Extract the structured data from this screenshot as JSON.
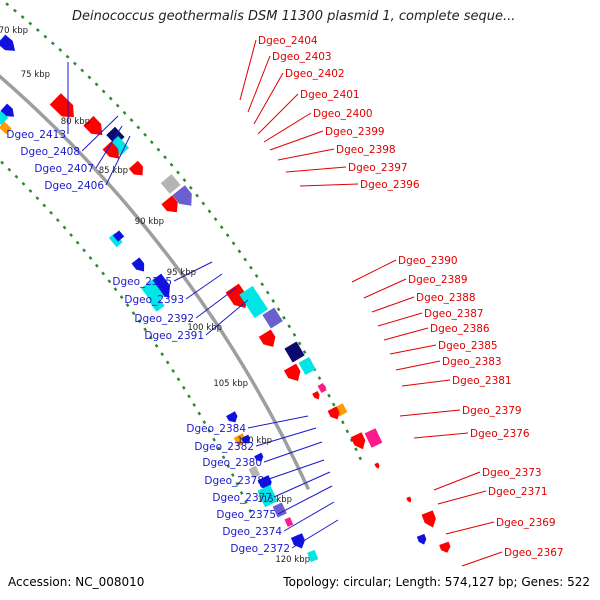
{
  "title": "Deinococcus geothermalis DSM 11300 plasmid 1, complete seque...",
  "footer": {
    "accession": "Accession: NC_008010",
    "summary": "Topology: circular; Length: 574,127 bp; Genes: 522"
  },
  "colors": {
    "backbone": "#9e9e9e",
    "ticks": "#2f8a2f",
    "forward_label": "#e00000",
    "reverse_label": "#1a1acc",
    "red": "#ff0000",
    "cyan": "#00e6e6",
    "blue": "#1010e0",
    "navy": "#0a0a6e",
    "slate": "#6b5fcf",
    "grey": "#b4b4b4",
    "orange": "#ff9a00",
    "magenta": "#ff1a8c",
    "green": "#33dd88"
  },
  "axis": {
    "tick_labels": [
      "70 kbp",
      "75 kbp",
      "80 kbp",
      "85 kbp",
      "90 kbp",
      "95 kbp",
      "100 kbp",
      "105 kbp",
      "110 kbp",
      "115 kbp",
      "120 kbp"
    ]
  },
  "genes_forward": [
    {
      "label": "Dgeo_2404"
    },
    {
      "label": "Dgeo_2403"
    },
    {
      "label": "Dgeo_2402"
    },
    {
      "label": "Dgeo_2401"
    },
    {
      "label": "Dgeo_2400"
    },
    {
      "label": "Dgeo_2399"
    },
    {
      "label": "Dgeo_2398"
    },
    {
      "label": "Dgeo_2397"
    },
    {
      "label": "Dgeo_2396"
    },
    {
      "label": "Dgeo_2390"
    },
    {
      "label": "Dgeo_2389"
    },
    {
      "label": "Dgeo_2388"
    },
    {
      "label": "Dgeo_2387"
    },
    {
      "label": "Dgeo_2386"
    },
    {
      "label": "Dgeo_2385"
    },
    {
      "label": "Dgeo_2383"
    },
    {
      "label": "Dgeo_2381"
    },
    {
      "label": "Dgeo_2379"
    },
    {
      "label": "Dgeo_2376"
    },
    {
      "label": "Dgeo_2373"
    },
    {
      "label": "Dgeo_2371"
    },
    {
      "label": "Dgeo_2369"
    },
    {
      "label": "Dgeo_2367"
    }
  ],
  "genes_reverse": [
    {
      "label": "Dgeo_2413"
    },
    {
      "label": "Dgeo_2408"
    },
    {
      "label": "Dgeo_2407"
    },
    {
      "label": "Dgeo_2406"
    },
    {
      "label": "Dgeo_2395"
    },
    {
      "label": "Dgeo_2393"
    },
    {
      "label": "Dgeo_2392"
    },
    {
      "label": "Dgeo_2391"
    },
    {
      "label": "Dgeo_2384"
    },
    {
      "label": "Dgeo_2382"
    },
    {
      "label": "Dgeo_2380"
    },
    {
      "label": "Dgeo_2378"
    },
    {
      "label": "Dgeo_2377"
    },
    {
      "label": "Dgeo_2375"
    },
    {
      "label": "Dgeo_2374"
    },
    {
      "label": "Dgeo_2372"
    }
  ]
}
